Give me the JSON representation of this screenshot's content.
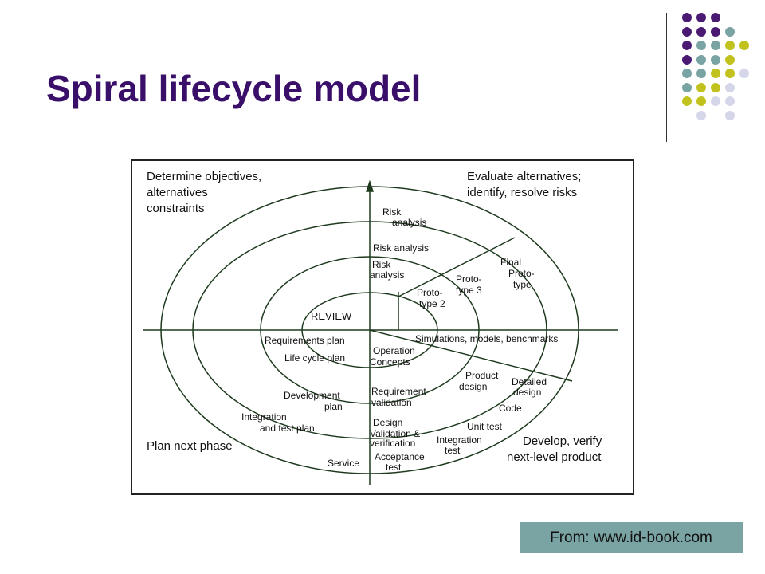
{
  "slide": {
    "title": "Spiral lifecycle model",
    "source": "From: www.id-book.com"
  },
  "colors": {
    "title": "#3a0f6a",
    "dot_purple": "#4a1a72",
    "dot_teal": "#7aa3a3",
    "dot_olive": "#c2c21f",
    "dot_lavender": "#d6d6ea",
    "source_box": "#7aa3a3"
  },
  "diagram": {
    "quadrants": {
      "top_left": [
        "Determine objectives,",
        "alternatives",
        "constraints"
      ],
      "top_right": [
        "Evaluate alternatives;",
        "identify, resolve risks"
      ],
      "bottom_left": [
        "Plan next phase"
      ],
      "bottom_right": [
        "Develop, verify",
        "next-level product"
      ]
    },
    "center": "REVIEW",
    "risk_analysis": {
      "outer": [
        "Risk",
        "analysis"
      ],
      "middle": [
        "Risk analysis"
      ],
      "inner": [
        "Risk",
        "analysis"
      ]
    },
    "prototypes": {
      "p2": [
        "Proto-",
        "type 2"
      ],
      "p3": [
        "Proto-",
        "type 3"
      ],
      "final": [
        "Final",
        "Proto-",
        "type"
      ]
    },
    "simulations": "Simulations, models, benchmarks",
    "plans": {
      "requirements": "Requirements plan",
      "lifecycle": "Life cycle plan",
      "development": [
        "Development",
        "plan"
      ],
      "integration": [
        "Integration",
        "and test plan"
      ],
      "service": "Service"
    },
    "develop": {
      "operation": [
        "Operation",
        "Concepts"
      ],
      "requirement": [
        "Requirement",
        "validation"
      ],
      "design_vv": [
        "Design",
        "Validation &",
        "verification"
      ],
      "acceptance": [
        "Acceptance",
        "test"
      ],
      "product_design": [
        "Product",
        "design"
      ],
      "detailed_design": [
        "Detailed",
        "design"
      ],
      "code": "Code",
      "unit_test": "Unit test",
      "integration_test": [
        "Integration",
        "test"
      ]
    }
  }
}
